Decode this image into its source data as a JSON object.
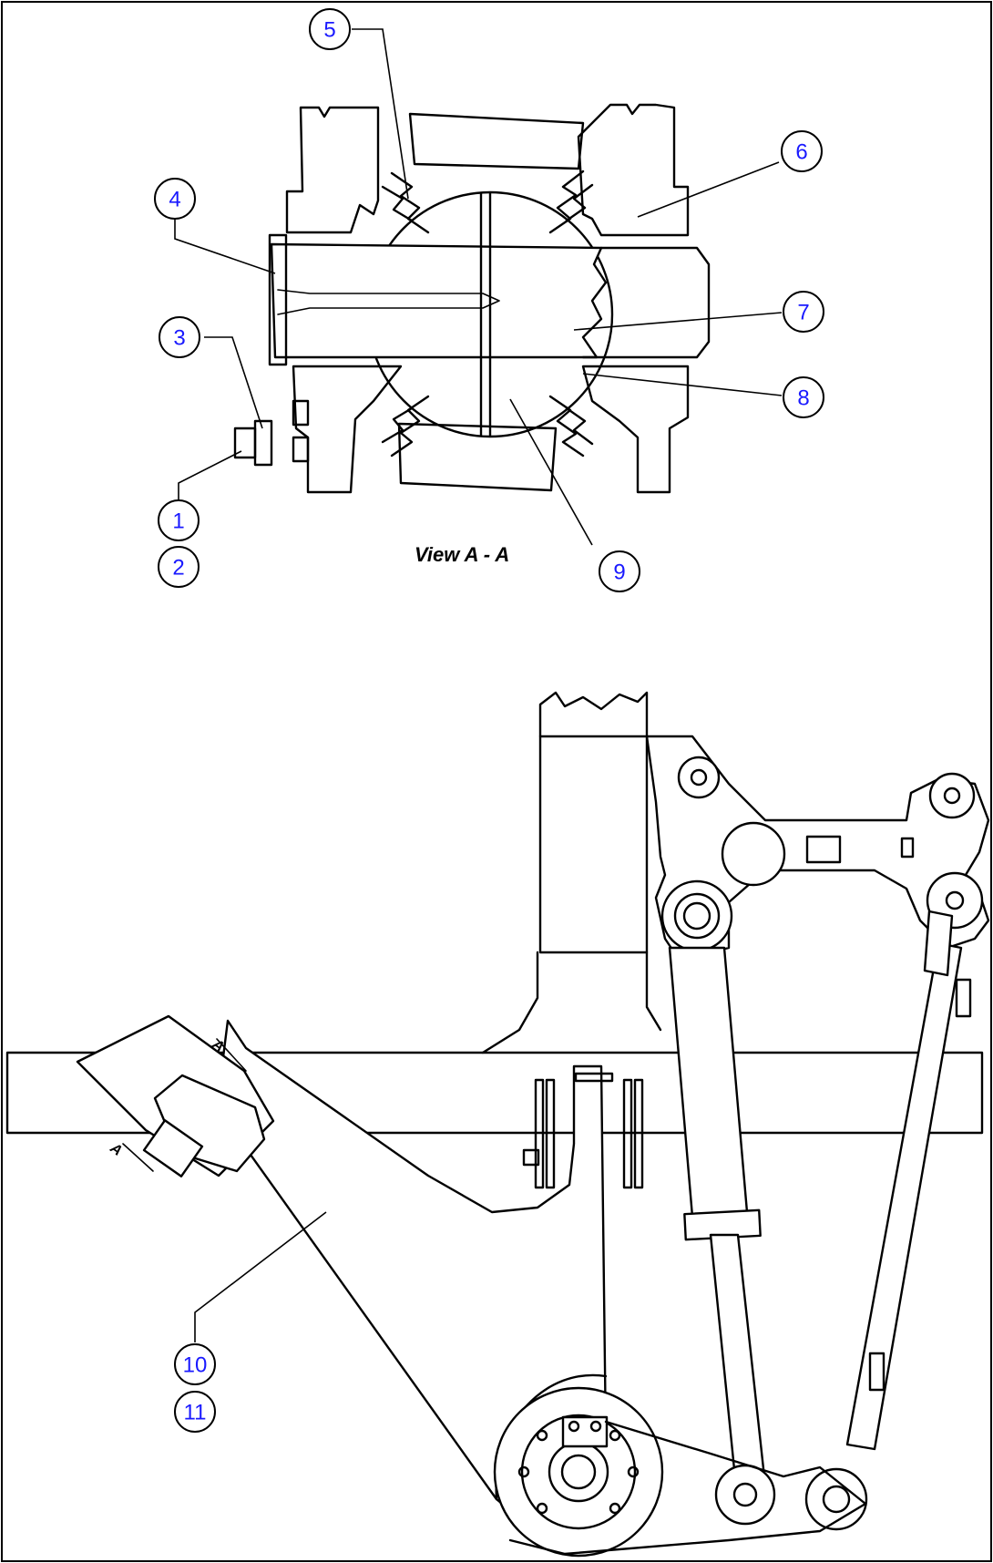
{
  "view_caption": "View A - A",
  "section_marker": "A",
  "callouts": [
    {
      "id": "c1",
      "label": "1"
    },
    {
      "id": "c2",
      "label": "2"
    },
    {
      "id": "c3",
      "label": "3"
    },
    {
      "id": "c4",
      "label": "4"
    },
    {
      "id": "c5",
      "label": "5"
    },
    {
      "id": "c6",
      "label": "6"
    },
    {
      "id": "c7",
      "label": "7"
    },
    {
      "id": "c8",
      "label": "8"
    },
    {
      "id": "c9",
      "label": "9"
    },
    {
      "id": "c10",
      "label": "10"
    },
    {
      "id": "c11",
      "label": "11"
    }
  ],
  "colors": {
    "callout_text": "#1a1aff",
    "line": "#000000",
    "background": "#ffffff"
  }
}
